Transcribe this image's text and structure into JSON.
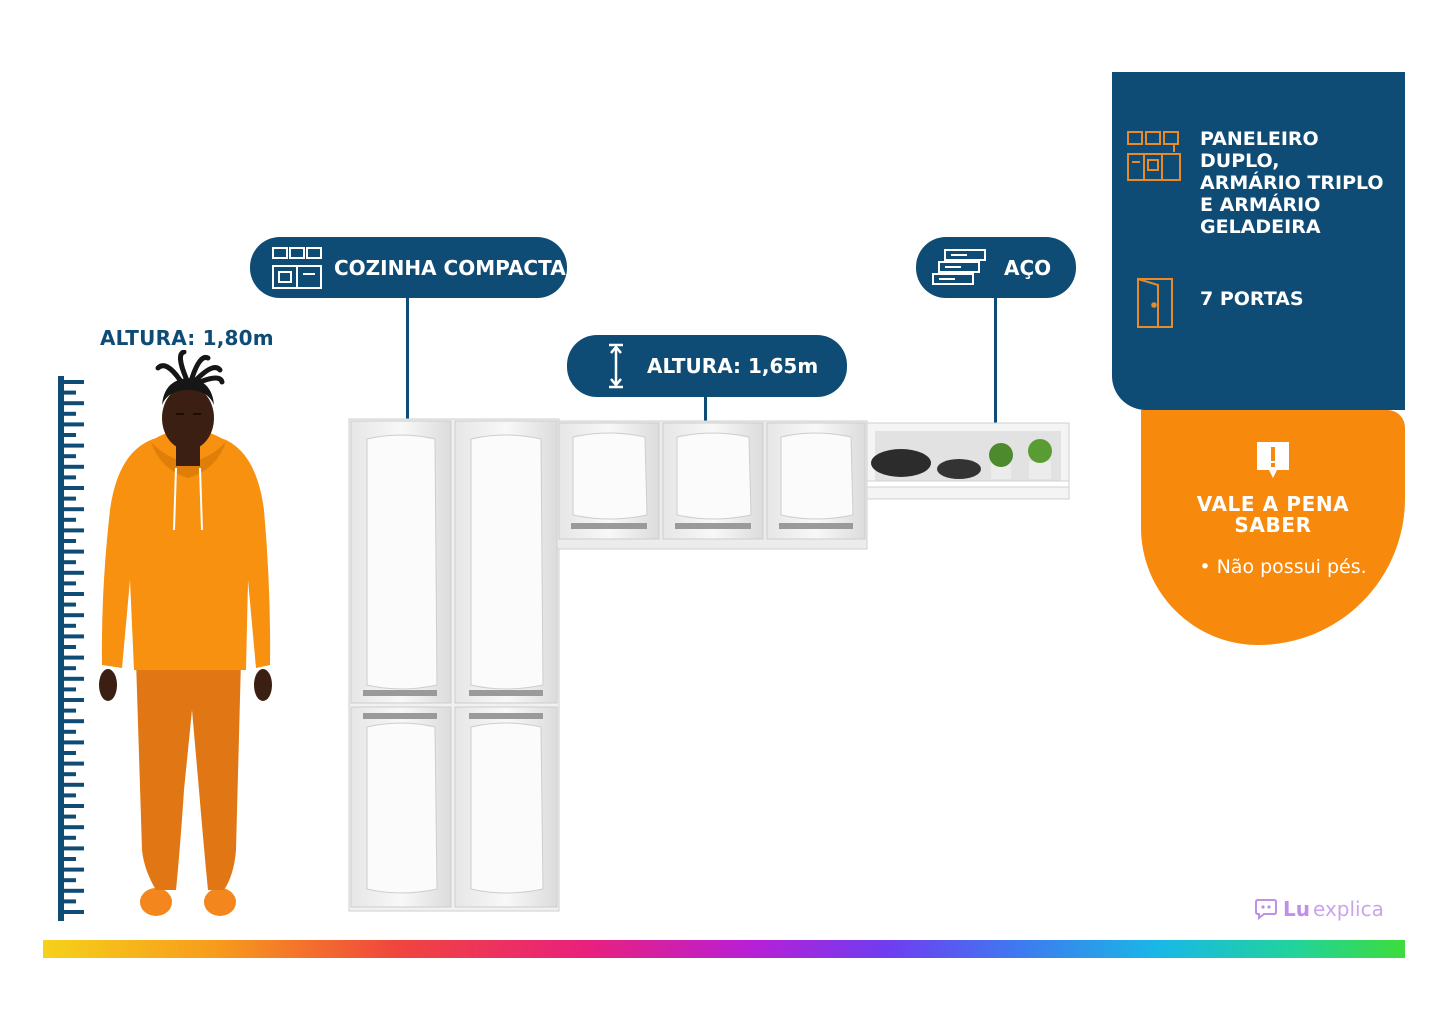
{
  "person": {
    "height_label": "ALTURA: 1,80m"
  },
  "badges": {
    "kitchen": {
      "label": "COZINHA COMPACTA",
      "icon": "kitchen-icon"
    },
    "height": {
      "label": "ALTURA: 1,65m",
      "icon": "vertical-arrow-icon"
    },
    "material": {
      "label": "AÇO",
      "icon": "steel-sheets-icon"
    }
  },
  "info": {
    "modules": "PANELEIRO\nDUPLO,\nARMÁRIO TRIPLO\nE ARMÁRIO\nGELADEIRA",
    "doors": "7 PORTAS"
  },
  "tip": {
    "title": "VALE A PENA\nSABER",
    "bullet": "• Não possui pés."
  },
  "brand": {
    "part1": "Lu",
    "part2": "explica"
  },
  "colors": {
    "navy": "#0f4c75",
    "orange": "#f7890d",
    "icon_orange": "#e88a2a"
  }
}
